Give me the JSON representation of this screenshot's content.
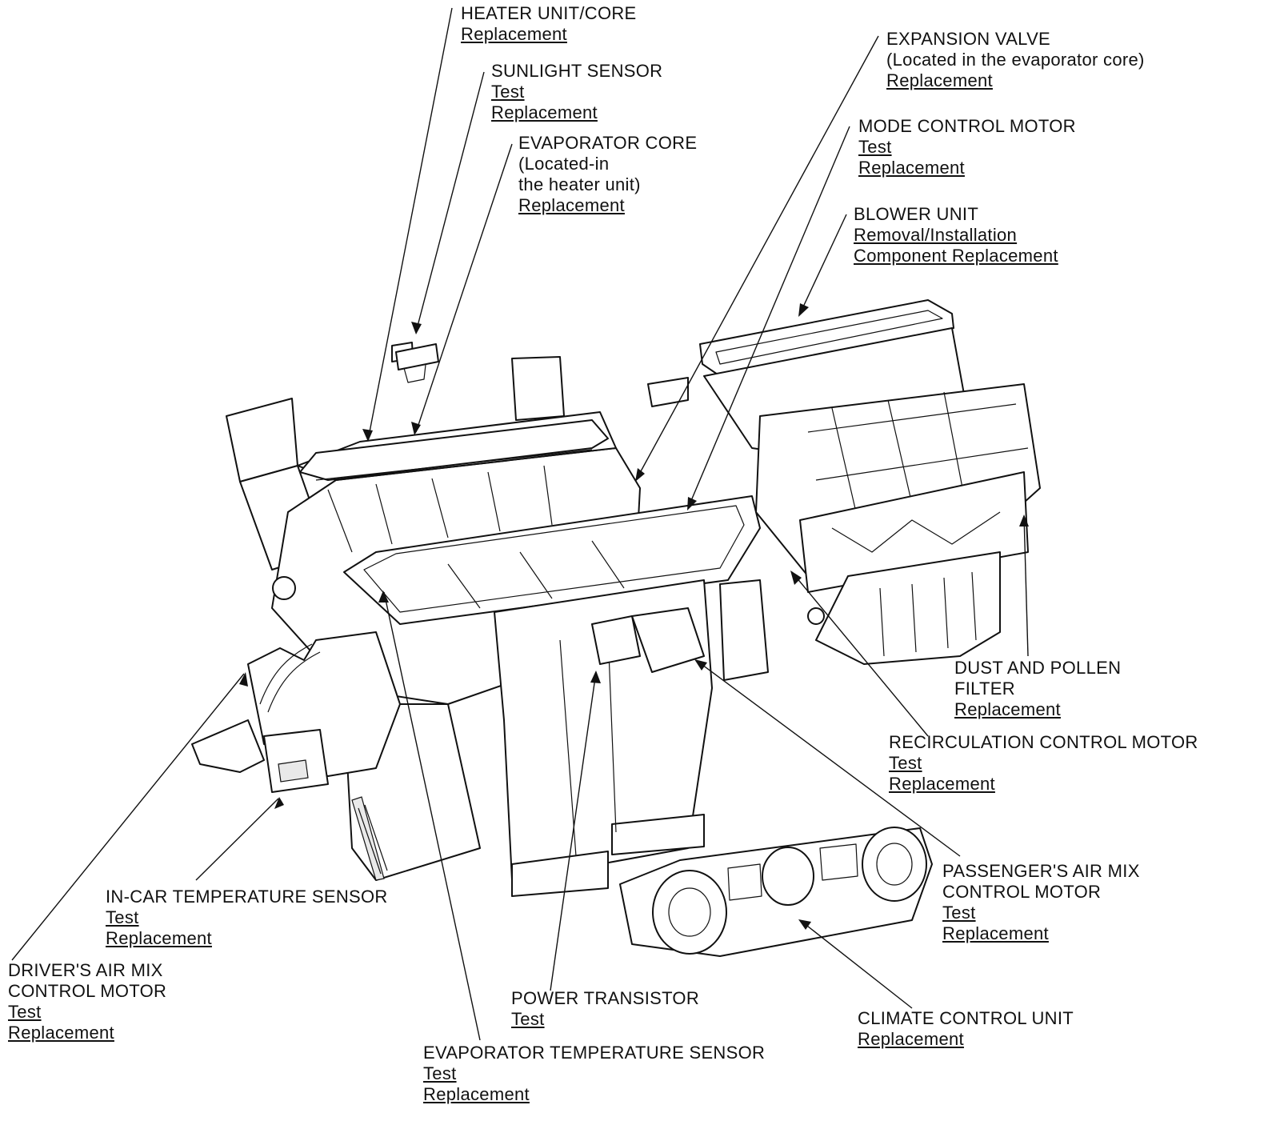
{
  "callouts": {
    "heater_unit": {
      "lines": [
        "HEATER UNIT/CORE"
      ],
      "links": [
        "Replacement"
      ]
    },
    "sunlight_sensor": {
      "lines": [
        "SUNLIGHT SENSOR"
      ],
      "links": [
        "Test",
        "Replacement"
      ]
    },
    "evaporator_core": {
      "lines": [
        "EVAPORATOR CORE",
        "(Located-in",
        "the heater unit)"
      ],
      "links": [
        "Replacement"
      ]
    },
    "expansion_valve": {
      "lines": [
        "EXPANSION VALVE",
        "(Located in the evaporator core)"
      ],
      "links": [
        "Replacement"
      ]
    },
    "mode_control_motor": {
      "lines": [
        "MODE CONTROL MOTOR"
      ],
      "links": [
        "Test",
        "Replacement"
      ]
    },
    "blower_unit": {
      "lines": [
        "BLOWER UNIT"
      ],
      "links": [
        "Removal/Installation",
        "Component Replacement"
      ]
    },
    "dust_pollen_filter": {
      "lines": [
        "DUST AND POLLEN",
        "FILTER"
      ],
      "links": [
        "Replacement"
      ]
    },
    "recirculation_motor": {
      "lines": [
        "RECIRCULATION CONTROL MOTOR"
      ],
      "links": [
        "Test",
        "Replacement"
      ]
    },
    "passenger_air_mix": {
      "lines": [
        "PASSENGER'S AIR MIX",
        "CONTROL MOTOR"
      ],
      "links": [
        "Test",
        "Replacement"
      ]
    },
    "climate_control_unit": {
      "lines": [
        "CLIMATE CONTROL UNIT"
      ],
      "links": [
        "Replacement"
      ]
    },
    "power_transistor": {
      "lines": [
        "POWER TRANSISTOR"
      ],
      "links": [
        "Test"
      ]
    },
    "evaporator_temp_sensor": {
      "lines": [
        "EVAPORATOR TEMPERATURE SENSOR"
      ],
      "links": [
        "Test",
        "Replacement"
      ]
    },
    "in_car_temp_sensor": {
      "lines": [
        "IN-CAR TEMPERATURE SENSOR"
      ],
      "links": [
        "Test",
        "Replacement"
      ]
    },
    "driver_air_mix": {
      "lines": [
        "DRIVER'S AIR MIX",
        "CONTROL MOTOR"
      ],
      "links": [
        "Test",
        "Replacement"
      ]
    }
  }
}
